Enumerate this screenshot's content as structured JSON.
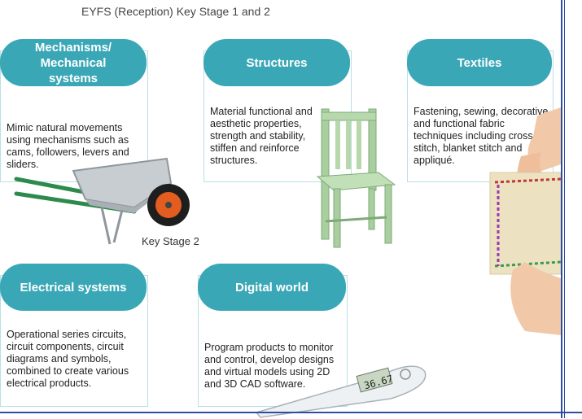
{
  "page": {
    "title": "EYFS (Reception) Key Stage 1 and 2"
  },
  "cards": {
    "mechanisms": {
      "header": "Mechanisms/ Mechanical systems",
      "text": "Mimic natural movements using mechanisms such as cams, followers, levers and sliders."
    },
    "structures": {
      "header": "Structures",
      "text": "Material functional and aesthetic properties, strength and stability, stiffen and reinforce structures."
    },
    "textiles": {
      "header": "Textiles",
      "text": "Fastening, sewing, decorative and functional fabric techniques including cross stitch, blanket stitch and appliqué."
    },
    "electrical": {
      "header": "Electrical systems",
      "text": "Operational series circuits, circuit components, circuit diagrams and symbols, combined to create various electrical products."
    },
    "digital": {
      "header": "Digital world",
      "text": "Program products to monitor and control, develop designs and virtual models using 2D and 3D CAD software."
    }
  },
  "labels": {
    "key_stage_2": "Key Stage 2",
    "thermometer_reading": "36.67"
  },
  "icons": {
    "wheelbarrow": "wheelbarrow-image",
    "chair": "chair-image",
    "fabric": "fabric-image",
    "thermometer": "thermometer-image"
  },
  "colors": {
    "header_bg": "#3aa7b6",
    "card_border": "#b9dfe6",
    "frame": "#2c4fa3"
  }
}
